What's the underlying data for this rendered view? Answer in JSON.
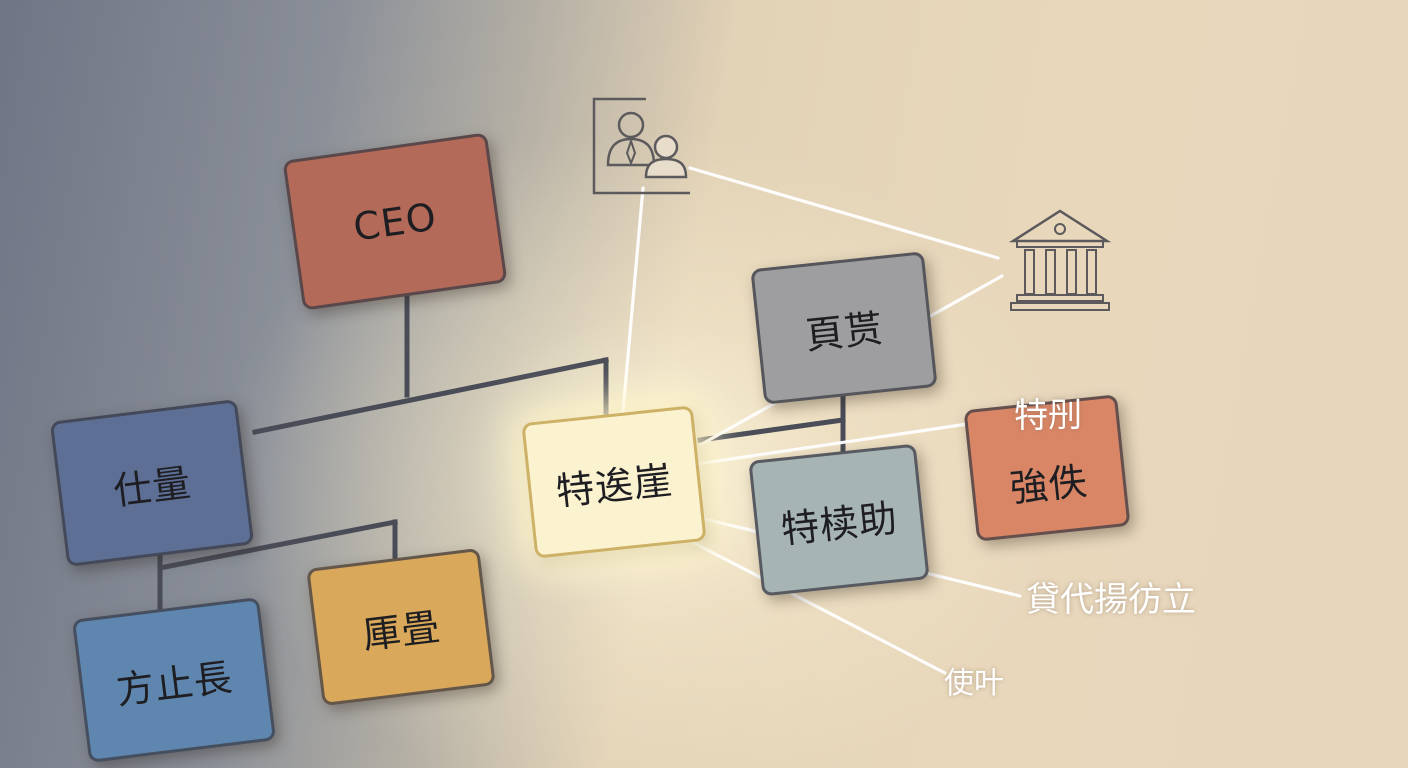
{
  "nodes": {
    "ceo": {
      "label": "CEO",
      "color": "#b46a58"
    },
    "left_mid": {
      "label": "仕量",
      "color": "#5e6f96"
    },
    "left_bottom_left": {
      "label": "方止長",
      "color": "#5f86ae"
    },
    "left_bottom_right": {
      "label": "厙畳",
      "color": "#d9a85a"
    },
    "center": {
      "label": "特逘崖",
      "color": "#fbf2cf"
    },
    "right_top": {
      "label": "頁贳",
      "color": "#9e9ea0"
    },
    "right_mid": {
      "label": "特椟助",
      "color": "#a7b4b4"
    },
    "right_orange": {
      "label": "強佚",
      "color": "#d98666"
    }
  },
  "labels": {
    "tebetsu": "特刐",
    "kashi": "貸代揚彷立",
    "shiji": "使叶"
  },
  "icons": {
    "people": "people-icon",
    "bank": "bank-building-icon"
  }
}
